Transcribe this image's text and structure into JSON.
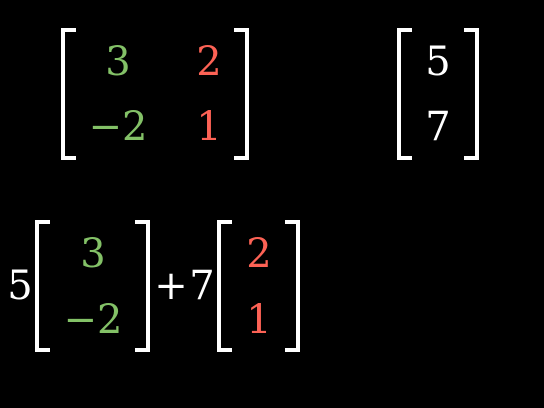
{
  "matrix": {
    "col1": {
      "top": "3",
      "bottom": "−2"
    },
    "col2": {
      "top": "2",
      "bottom": "1"
    }
  },
  "vector": {
    "top": "5",
    "bottom": "7"
  },
  "combination": {
    "scalar1": "5",
    "col1": {
      "top": "3",
      "bottom": "−2"
    },
    "plus": "+",
    "scalar2": "7",
    "col2": {
      "top": "2",
      "bottom": "1"
    }
  },
  "colors": {
    "background": "#000000",
    "first_column": "#83c167",
    "second_column": "#fc6255",
    "bracket": "#ffffff",
    "text": "#ffffff"
  }
}
